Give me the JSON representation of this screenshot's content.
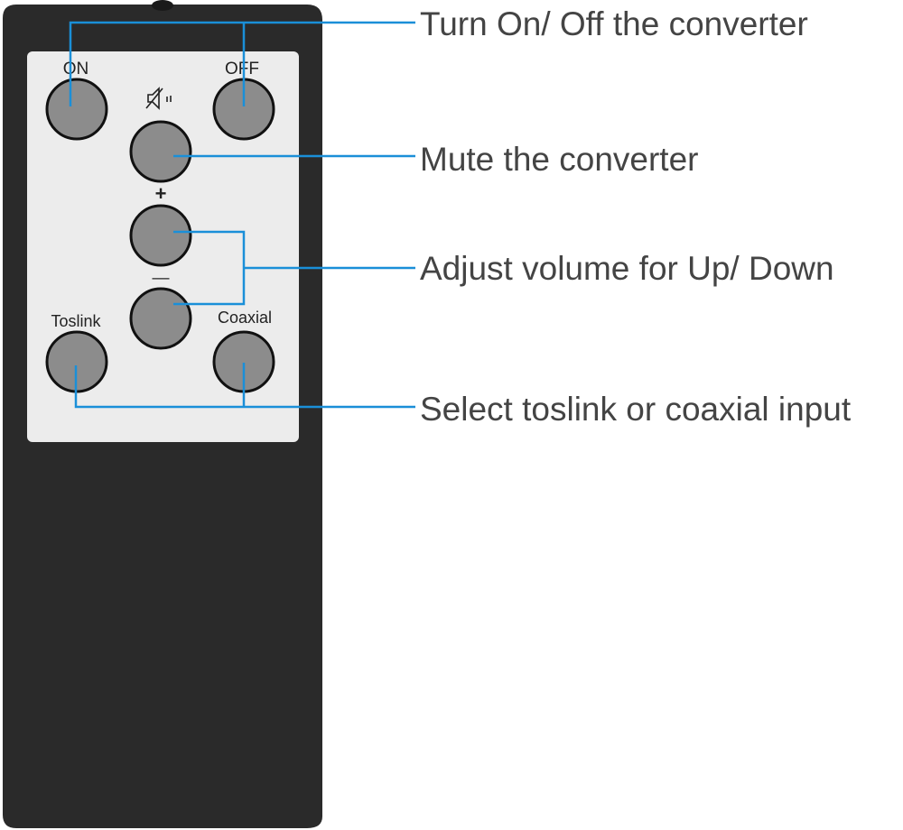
{
  "remote": {
    "buttons": {
      "on": "ON",
      "off": "OFF",
      "mute_icon": "speaker-mute-icon",
      "volume_up": "+",
      "volume_down": "—",
      "toslink": "Toslink",
      "coaxial": "Coaxial"
    }
  },
  "callouts": {
    "power": "Turn On/ Off the converter",
    "mute": "Mute the converter",
    "volume": "Adjust volume for Up/ Down",
    "input": "Select toslink or coaxial input"
  },
  "colors": {
    "leader_line": "#1a8fd8",
    "remote_body": "#2a2a2a",
    "panel": "#ececec",
    "button": "#8c8c8c",
    "text": "#444444"
  }
}
